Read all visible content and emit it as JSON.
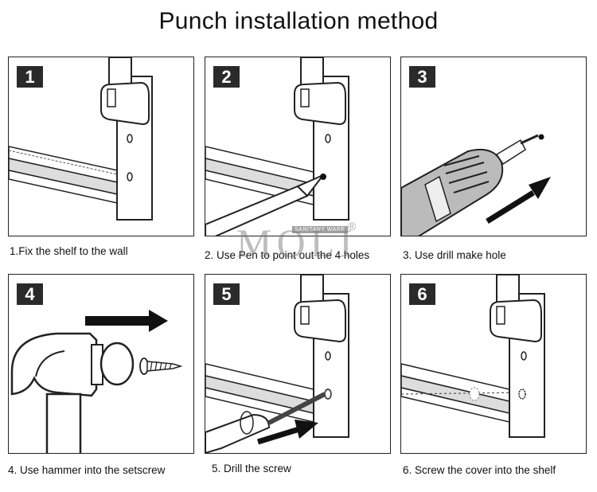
{
  "title": "Punch installation method",
  "watermark": {
    "word": "MOLI",
    "sub": "SANITANY WARE",
    "reg": "®"
  },
  "steps": [
    {
      "number": "1",
      "caption": "1.Fix the shelf to the wall"
    },
    {
      "number": "2",
      "caption": "2. Use Pen to point out the 4 holes"
    },
    {
      "number": "3",
      "caption": "3. Use drill make  hole"
    },
    {
      "number": "4",
      "caption": "4. Use hammer into the setscrew"
    },
    {
      "number": "5",
      "caption": "5. Drill the screw"
    },
    {
      "number": "6",
      "caption": "6. Screw the cover into the shelf"
    }
  ]
}
